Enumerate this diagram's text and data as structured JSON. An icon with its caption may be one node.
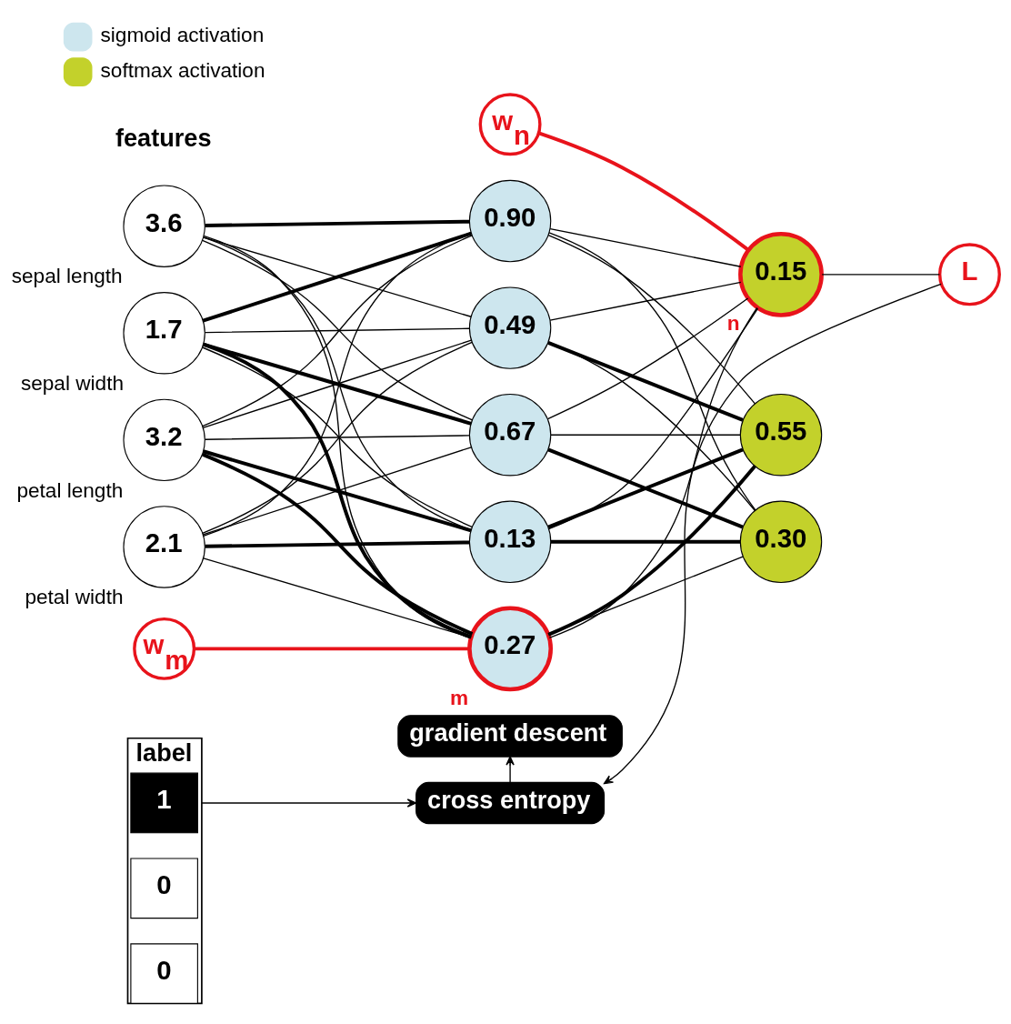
{
  "diagram": {
    "nodes": [
      {
        "text": [
          "label"
        ]
      },
      {
        "text": [
          "1"
        ],
        "in": 0
      },
      {
        "text": [
          "0"
        ],
        "in": 0
      },
      {
        "text": [
          "0"
        ],
        "in": 0
      },
      {
        "text": [
          "cross entropy"
        ]
      },
      {
        "text": [
          "gradient descent"
        ]
      },
      {
        "text": [
          "3.2"
        ],
        "beside": [
          "petal length"
        ]
      },
      {
        "text": [
          "2.1"
        ],
        "beside": [
          "petal width"
        ]
      },
      {
        "text": [
          "3.6"
        ],
        "beside": [
          "sepal length"
        ]
      },
      {
        "text": [
          "1.7"
        ],
        "beside": [
          "sepal width"
        ]
      },
      {
        "text": [
          "0.27"
        ],
        "beside": [
          "m"
        ]
      },
      {
        "text": [
          "0.67"
        ]
      },
      {
        "text": [
          "0.13"
        ]
      },
      {
        "text": [
          "0.90"
        ]
      },
      {
        "text": [
          "0.49"
        ]
      },
      {
        "text": [
          "0.15"
        ],
        "beside": [
          "n"
        ]
      },
      {
        "text": [
          "0.55"
        ]
      },
      {
        "text": [
          "0.30"
        ]
      },
      {
        "text": [
          "w$_{m}$"
        ]
      },
      {
        "text": [
          "w$_{n}$"
        ]
      },
      {
        "text": [
          "L"
        ]
      }
    ],
    "edges": [
      {
        "from": 0,
        "to": 4,
        "arrow": "to"
      },
      {
        "from": 4,
        "to": 5,
        "arrow": "to"
      },
      {
        "from": 15,
        "to": 20,
        "arrow": "none"
      },
      {
        "from": 20,
        "to": 4,
        "arrow": "to"
      },
      {
        "from": 18,
        "to": 10,
        "arrow": "none",
        "color": "#e8131b",
        "style": "thick"
      },
      {
        "from": 19,
        "to": 15,
        "arrow": "none",
        "color": "#e8131b",
        "style": "thick"
      },
      {
        "from": 6,
        "to": 10,
        "arrow": "none",
        "style": "thick"
      },
      {
        "from": 6,
        "to": 11,
        "arrow": "none"
      },
      {
        "from": 6,
        "to": 12,
        "arrow": "none",
        "style": "thick"
      },
      {
        "from": 6,
        "to": 13,
        "arrow": "none"
      },
      {
        "from": 6,
        "to": 14,
        "arrow": "none"
      },
      {
        "from": 7,
        "to": 10,
        "arrow": "none"
      },
      {
        "from": 7,
        "to": 11,
        "arrow": "none"
      },
      {
        "from": 7,
        "to": 12,
        "arrow": "none",
        "style": "thick"
      },
      {
        "from": 7,
        "to": 13,
        "arrow": "none"
      },
      {
        "from": 7,
        "to": 14,
        "arrow": "none"
      },
      {
        "from": 8,
        "to": 10,
        "arrow": "none"
      },
      {
        "from": 8,
        "to": 11,
        "arrow": "none"
      },
      {
        "from": 8,
        "to": 12,
        "arrow": "none"
      },
      {
        "from": 8,
        "to": 13,
        "arrow": "none",
        "style": "thick"
      },
      {
        "from": 8,
        "to": 14,
        "arrow": "none"
      },
      {
        "from": 9,
        "to": 10,
        "arrow": "none",
        "style": "thick"
      },
      {
        "from": 9,
        "to": 11,
        "arrow": "none",
        "style": "thick"
      },
      {
        "from": 9,
        "to": 12,
        "arrow": "none"
      },
      {
        "from": 9,
        "to": 13,
        "arrow": "none",
        "style": "thick"
      },
      {
        "from": 9,
        "to": 14,
        "arrow": "none"
      },
      {
        "from": 10,
        "to": 15,
        "arrow": "none"
      },
      {
        "from": 10,
        "to": 16,
        "arrow": "none",
        "style": "thick"
      },
      {
        "from": 10,
        "to": 17,
        "arrow": "none"
      },
      {
        "from": 11,
        "to": 15,
        "arrow": "none"
      },
      {
        "from": 11,
        "to": 16,
        "arrow": "none"
      },
      {
        "from": 11,
        "to": 17,
        "arrow": "none",
        "style": "thick"
      },
      {
        "from": 12,
        "to": 15,
        "arrow": "none"
      },
      {
        "from": 12,
        "to": 16,
        "arrow": "none",
        "style": "thick"
      },
      {
        "from": 12,
        "to": 17,
        "arrow": "none",
        "style": "thick"
      },
      {
        "from": 13,
        "to": 15,
        "arrow": "none"
      },
      {
        "from": 13,
        "to": 16,
        "arrow": "none"
      },
      {
        "from": 13,
        "to": 17,
        "arrow": "none"
      },
      {
        "from": 14,
        "to": 15,
        "arrow": "none"
      },
      {
        "from": 14,
        "to": 16,
        "arrow": "none",
        "style": "thick"
      },
      {
        "from": 14,
        "to": 17,
        "arrow": "none"
      }
    ],
    "labels": [
      "features"
    ],
    "legend": [
      {
        "text": "sigmoid activation",
        "color": "#cde6ee"
      },
      {
        "text": "softmax activation",
        "color": "#c3d12b"
      }
    ]
  }
}
